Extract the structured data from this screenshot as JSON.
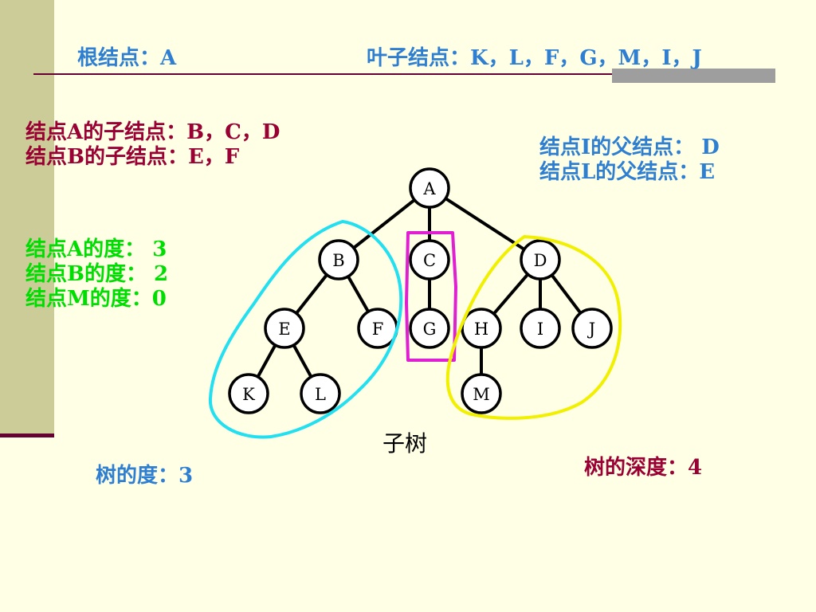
{
  "root_label": "根结点：A",
  "leaf_label": "叶子结点：K，L，F，G，M，I，J",
  "children_lines": [
    "结点A的子结点：B，C，D",
    "结点B的子结点：E，F"
  ],
  "parent_lines": [
    "结点I的父结点： D",
    "结点L的父结点：E"
  ],
  "degree_lines": [
    "结点A的度： 3",
    "结点B的度： 2",
    "结点M的度：0"
  ],
  "subtree_label": "子树",
  "tree_degree": "树的度：3",
  "tree_depth": "树的深度：4",
  "colors": {
    "background": "#FFFFE5",
    "sidebar": "#CCCC99",
    "rule": "#660033",
    "blue_text": "#2E7FD1",
    "maroon_text": "#990033",
    "green_text": "#00DD00",
    "subtree_B": "#22E0F0",
    "subtree_C": "#E020D0",
    "subtree_D": "#F0F000"
  },
  "tree": {
    "nodes": [
      "A",
      "B",
      "C",
      "D",
      "E",
      "F",
      "G",
      "H",
      "I",
      "J",
      "K",
      "L",
      "M"
    ],
    "edges": [
      [
        "A",
        "B"
      ],
      [
        "A",
        "C"
      ],
      [
        "A",
        "D"
      ],
      [
        "B",
        "E"
      ],
      [
        "B",
        "F"
      ],
      [
        "C",
        "G"
      ],
      [
        "D",
        "H"
      ],
      [
        "D",
        "I"
      ],
      [
        "D",
        "J"
      ],
      [
        "E",
        "K"
      ],
      [
        "E",
        "L"
      ],
      [
        "H",
        "M"
      ]
    ]
  }
}
